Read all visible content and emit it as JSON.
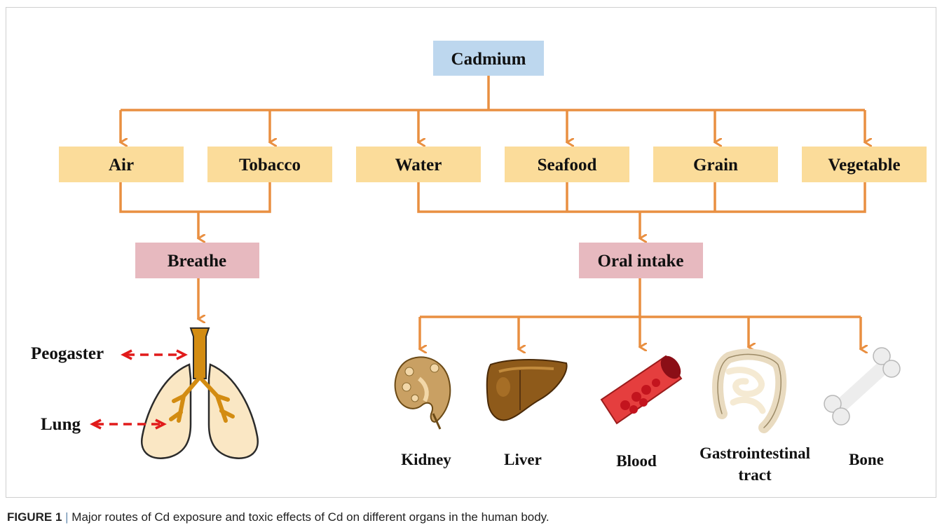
{
  "colors": {
    "connector": "#E98F41",
    "source_box": "#FBDC9A",
    "top_box": "#BDD7EE",
    "route_box": "#E7B9BF",
    "dashed_arrow": "#E11B1B",
    "text": "#111111"
  },
  "top": {
    "label": "Cadmium"
  },
  "sources": [
    {
      "label": "Air"
    },
    {
      "label": "Tobacco"
    },
    {
      "label": "Water"
    },
    {
      "label": "Seafood"
    },
    {
      "label": "Grain"
    },
    {
      "label": "Vegetable"
    }
  ],
  "routes": {
    "breathe": {
      "label": "Breathe"
    },
    "oral": {
      "label": "Oral intake"
    }
  },
  "lung_labels": {
    "peogaster": "Peogaster",
    "lung": "Lung"
  },
  "organs": [
    {
      "label": "Kidney",
      "icon": "kidney-icon"
    },
    {
      "label": "Liver",
      "icon": "liver-icon"
    },
    {
      "label": "Blood",
      "icon": "blood-vessel-icon"
    },
    {
      "label_line1": "Gastrointestinal",
      "label_line2": "tract",
      "icon": "intestine-icon"
    },
    {
      "label": "Bone",
      "icon": "bone-icon"
    }
  ],
  "caption": {
    "number": "FIGURE 1",
    "separator": "|",
    "text": "Major routes of Cd exposure and toxic effects of Cd on different organs in the human body."
  }
}
